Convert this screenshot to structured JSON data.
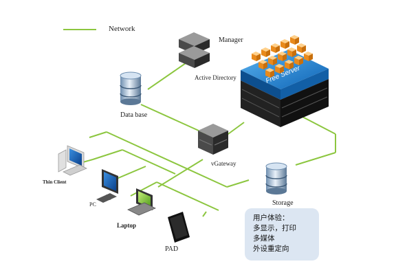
{
  "legend": {
    "label": "Network",
    "line_color": "#8cc63f"
  },
  "nodes": {
    "manager": "Manager",
    "active_directory": "Active Directory",
    "database": "Data base",
    "free_server": "Free Server",
    "vgateway": "vGateway",
    "storage": "Storage",
    "thin_client": "Thin Client",
    "pc": "PC",
    "laptop": "Laptop",
    "pad": "PAD"
  },
  "note": {
    "lines": [
      "用户体验：",
      "多显示，打印",
      "多媒体",
      "外设重定向"
    ],
    "background": "#dce6f2"
  },
  "colors": {
    "network_line": "#8cc63f",
    "server_blue": "#1a7fd4",
    "vm_orange": "#f39a2e",
    "server_dark": "#2b2b2b"
  }
}
